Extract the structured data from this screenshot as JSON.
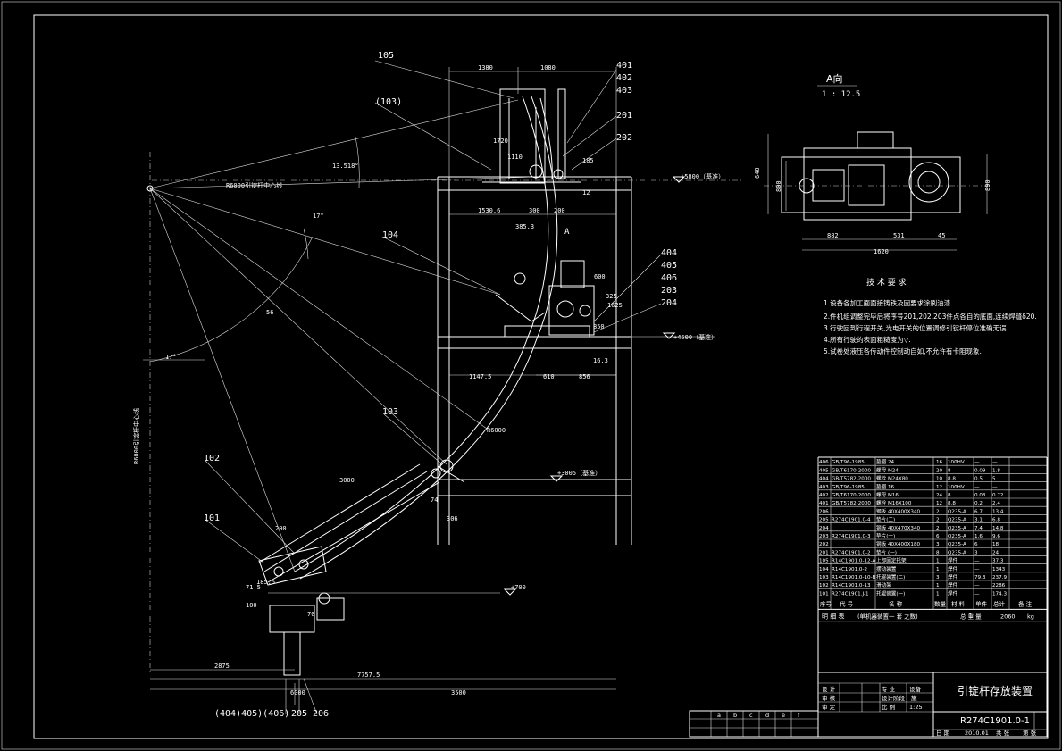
{
  "drawing": {
    "title": "引锭杆存放装置",
    "drawing_no": "R274C1901.0-1",
    "scale": "1:25",
    "view_a_label": "A向",
    "view_a_scale": "1 : 12.5",
    "view_a_arrow": "A"
  },
  "tech_requirements": {
    "heading": "技 术 要 求",
    "items": [
      "1.设备各加工面面接铸铁及固要求涂刷油漆.",
      "2.件机组调整完毕后将序号201,202,203件点各自的底面,连续焊缝δ20.",
      "3.行驶回到行程开关,光电开关的位置调修引锭杆停位准确无误.",
      "4.所有行驶的表面粗糙度为▽.",
      "5.试卷处液压各传动件控制动自如,不允许有卡阻现象."
    ]
  },
  "part_callouts": [
    "105",
    "(103)",
    "104",
    "103",
    "102",
    "101",
    "401",
    "402",
    "403",
    "201",
    "202",
    "404",
    "405",
    "406",
    "203",
    "204",
    "(404)405)(406)",
    "205",
    "206"
  ],
  "dimensions": {
    "top": [
      "1380",
      "1080"
    ],
    "mid": [
      "1530.6",
      "300",
      "200",
      "385.3"
    ],
    "lower": [
      "1147.5",
      "610",
      "856"
    ],
    "bottom": [
      "2875",
      "7757.5",
      "6000",
      "3500"
    ],
    "vertical": [
      "1720",
      "1110",
      "185",
      "12",
      "600",
      "1625",
      "325",
      "850",
      "16.3",
      "71.5",
      "100",
      "185.5"
    ],
    "angles": [
      "13.518°",
      "17°",
      "17°",
      "56"
    ],
    "radii": [
      "R6000引锭杆中心线",
      "R6000",
      "R6000引锭杆中心线"
    ],
    "view_a": [
      "640",
      "800",
      "890",
      "882",
      "531",
      "45",
      "1620"
    ],
    "other": [
      "3000",
      "74",
      "306",
      "200",
      "70"
    ],
    "levels": [
      "+5800（基准）",
      "+4500（基准）",
      "+3005（基准）",
      "+700"
    ]
  },
  "bom": {
    "header": [
      "序号",
      "代 号",
      "名 称",
      "数量",
      "材 料",
      "单件",
      "总计",
      "备 注"
    ],
    "rows": [
      [
        "406",
        "GB/T96-1985",
        "垫圈 24",
        "16",
        "100HV",
        "—",
        "—"
      ],
      [
        "405",
        "GB/T6170-2000",
        "螺母 M24",
        "20",
        "8",
        "0.09",
        "1.8"
      ],
      [
        "404",
        "GB/T5782-2000",
        "螺栓 M24X80",
        "10",
        "8.8",
        "0.5",
        "5"
      ],
      [
        "403",
        "GB/T96-1985",
        "垫圈 16",
        "12",
        "100HV",
        "—",
        "—"
      ],
      [
        "402",
        "GB/T6170-2000",
        "螺母 M16",
        "24",
        "8",
        "0.03",
        "0.72"
      ],
      [
        "401",
        "GB/T5782-2000",
        "螺栓 M16X100",
        "12",
        "8.8",
        "0.2",
        "2.4"
      ],
      [
        "206",
        "",
        "钢板 40X400X340",
        "2",
        "Q235-A",
        "6.7",
        "13.4"
      ],
      [
        "205",
        "R274C1901.0-4",
        "垫片(二)",
        "2",
        "Q235-A",
        "3.1",
        "6.8"
      ],
      [
        "204",
        "",
        "钢板 40X470X340",
        "2",
        "Q235-A",
        "7.4",
        "14.8"
      ],
      [
        "203",
        "R274C1901.0-3",
        "垫片(一)",
        "6",
        "Q235-A",
        "1.6",
        "9.6"
      ],
      [
        "202",
        "",
        "钢板 40X400X180",
        "3",
        "Q235-A",
        "6",
        "18"
      ],
      [
        "201",
        "R274C1901.0-2",
        "垫片 (一)",
        "8",
        "Q235-A",
        "3",
        "24"
      ],
      [
        "105",
        "R14C1901.0-12-A",
        "上部固定托架",
        "1",
        "焊件",
        "—",
        "37.3"
      ],
      [
        "104",
        "R14C1901.0-2",
        "摆动装置",
        "1",
        "焊件",
        "—",
        "1343"
      ],
      [
        "103",
        "R14C1901.0-10-B",
        "托辊装置(二)",
        "3",
        "焊件",
        "79.3",
        "237.9"
      ],
      [
        "102",
        "R14C1901.0-13",
        "滑动架",
        "1",
        "焊件",
        "—",
        "2286"
      ],
      [
        "101",
        "R274C1901.J-1",
        "托辊装置(一)",
        "1",
        "焊件",
        "—",
        "174.3"
      ]
    ],
    "footer_left": "明 细 表",
    "footer_mid": "(单机器装置一 套 之数)",
    "footer_total_label": "总 重 量",
    "footer_total_value": "2060",
    "footer_unit": "kg"
  },
  "title_block": {
    "rows": [
      [
        "设 计",
        "",
        "专 业",
        "设备"
      ],
      [
        "审 核",
        "",
        "设计阶段",
        "施"
      ],
      [
        "审 定",
        "",
        "比 例",
        "1:25"
      ]
    ],
    "rev_letters": [
      "a",
      "b",
      "c",
      "d",
      "e",
      "f"
    ],
    "bottom": [
      "日 期",
      "2010.01",
      "共 张",
      "第 张"
    ]
  }
}
